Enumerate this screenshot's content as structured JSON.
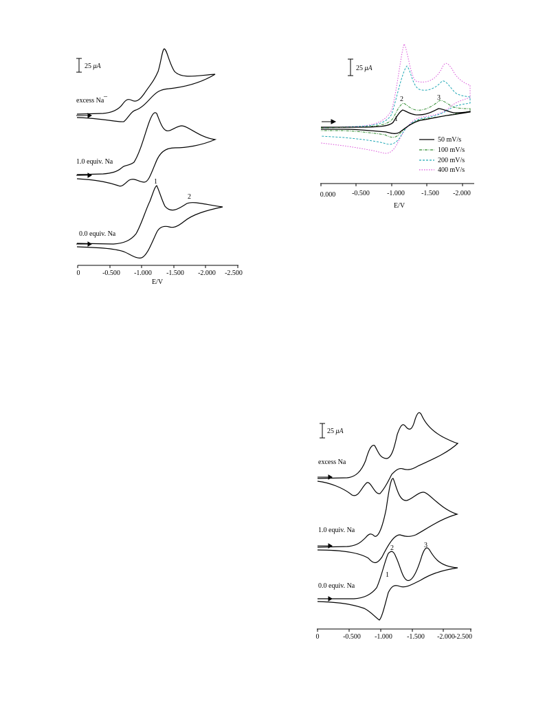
{
  "figures": [
    {
      "id": "fig-a",
      "scalebar": {
        "prefix": "25 ",
        "unit": "μA"
      },
      "x_ticks": [
        "0",
        "-0.500",
        "-1.000",
        "-1.500",
        "-2.000",
        "-2.500"
      ],
      "xlabel": "E/V",
      "trace_labels": [
        "excess Na",
        "1.0 equiv. Na",
        "0.0 equiv. Na"
      ],
      "peak_labels": [
        "1",
        "2"
      ]
    },
    {
      "id": "fig-b",
      "scalebar": {
        "prefix": "25 ",
        "unit": "μA"
      },
      "x_ticks": [
        "0.000",
        "-0.500",
        "-1.000",
        "-1.500",
        "-2.000"
      ],
      "xlabel": "E/V",
      "peak_labels": [
        "1",
        "2",
        "3"
      ],
      "legend": [
        "50 mV/s",
        "100 mV/s",
        "200 mV/s",
        "400 mV/s"
      ]
    },
    {
      "id": "fig-c",
      "scalebar": {
        "prefix": "25 ",
        "unit": "μA"
      },
      "x_ticks": [
        "0",
        "-0.500",
        "-1.000",
        "-1.500",
        "-2.000",
        "-2.500"
      ],
      "trace_labels": [
        "excess Na",
        "1.0 equiv. Na",
        "0.0 equiv. Na"
      ],
      "peak_labels": [
        "1",
        "2",
        "3"
      ]
    }
  ],
  "chart_data": [
    {
      "type": "line",
      "title": "",
      "xlabel": "E/V",
      "ylabel": "",
      "xlim": [
        0,
        -2.5
      ],
      "x_ticks": [
        0,
        -0.5,
        -1.0,
        -1.5,
        -2.0,
        -2.5
      ],
      "grid": false,
      "series": [
        {
          "name": "excess Na",
          "peaks_V": [
            -0.85,
            -1.42
          ]
        },
        {
          "name": "1.0 equiv. Na",
          "peaks_V": [
            -1.22,
            -1.65
          ]
        },
        {
          "name": "0.0 equiv. Na",
          "peaks_V": [
            -1.25,
            -1.8
          ]
        }
      ]
    },
    {
      "type": "line",
      "title": "",
      "xlabel": "E/V",
      "ylabel": "",
      "xlim": [
        0,
        -2.2
      ],
      "x_ticks": [
        0.0,
        -0.5,
        -1.0,
        -1.5,
        -2.0
      ],
      "grid": false,
      "legend_position": "right",
      "series": [
        {
          "name": "50 mV/s",
          "color": "#000000",
          "peaks_V": [
            -1.15,
            -1.72
          ]
        },
        {
          "name": "100 mV/s",
          "color": "#2e8b2e",
          "peaks_V": [
            -1.17,
            -1.72
          ]
        },
        {
          "name": "200 mV/s",
          "color": "#1ea7b5",
          "peaks_V": [
            -1.19,
            -1.74
          ]
        },
        {
          "name": "400 mV/s",
          "color": "#d84cd8",
          "peaks_V": [
            -1.2,
            -1.78
          ]
        }
      ]
    },
    {
      "type": "line",
      "title": "",
      "xlabel": "",
      "ylabel": "",
      "xlim": [
        0,
        -2.5
      ],
      "x_ticks": [
        0,
        -0.5,
        -1.0,
        -1.5,
        -2.0,
        -2.5
      ],
      "grid": false,
      "series": [
        {
          "name": "excess Na",
          "peaks_V": [
            -0.85,
            -1.3,
            -1.62
          ]
        },
        {
          "name": "1.0 equiv. Na",
          "peaks_V": [
            -0.85,
            -1.2,
            -1.72
          ]
        },
        {
          "name": "0.0 equiv. Na",
          "peaks_V": [
            -1.18,
            -1.72
          ]
        }
      ]
    }
  ]
}
